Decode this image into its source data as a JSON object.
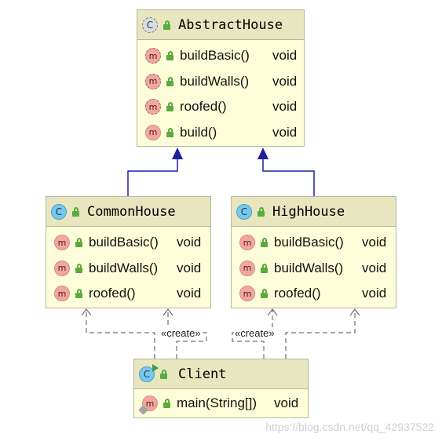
{
  "classes": {
    "abstract_house": {
      "name": "AbstractHouse",
      "methods": [
        {
          "name": "buildBasic()",
          "type": "void"
        },
        {
          "name": "buildWalls()",
          "type": "void"
        },
        {
          "name": "roofed()",
          "type": "void"
        },
        {
          "name": "build()",
          "type": "void"
        }
      ]
    },
    "common_house": {
      "name": "CommonHouse",
      "methods": [
        {
          "name": "buildBasic()",
          "type": "void"
        },
        {
          "name": "buildWalls()",
          "type": "void"
        },
        {
          "name": "roofed()",
          "type": "void"
        }
      ]
    },
    "high_house": {
      "name": "HighHouse",
      "methods": [
        {
          "name": "buildBasic()",
          "type": "void"
        },
        {
          "name": "buildWalls()",
          "type": "void"
        },
        {
          "name": "roofed()",
          "type": "void"
        }
      ]
    },
    "client": {
      "name": "Client",
      "methods": [
        {
          "name": "main(String[])",
          "type": "void"
        }
      ]
    }
  },
  "icons": {
    "class": "C",
    "method": "m"
  },
  "stereotypes": {
    "left": "«create»",
    "right": "«create»"
  },
  "watermark": "https://blog.csdn.net/qq_42937522",
  "colors": {
    "box_fill": "#fefdd9",
    "header_fill": "#e8e6bf",
    "inherit_arrow": "#1f1f9e",
    "dependency": "#707070"
  }
}
